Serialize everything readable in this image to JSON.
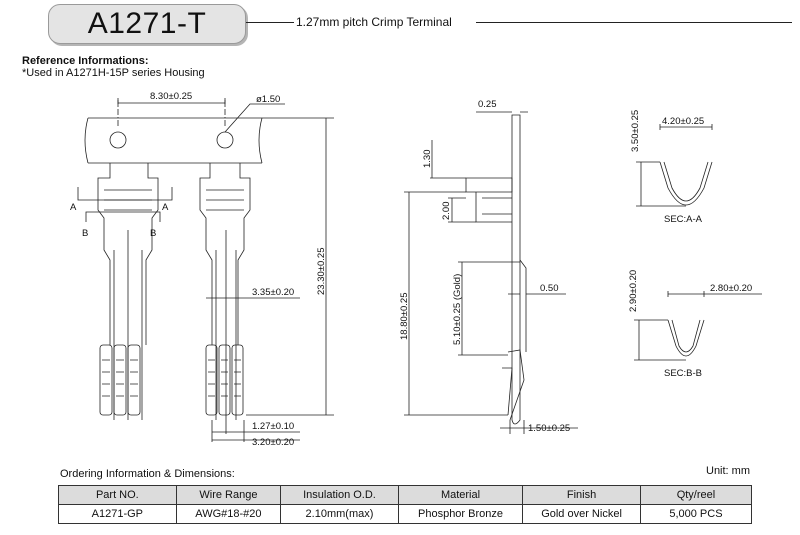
{
  "header": {
    "part_title": "A1271-T",
    "subtitle": "1.27mm pitch Crimp Terminal"
  },
  "reference": {
    "heading": "Reference Informations:",
    "note": "*Used in  A1271H-15P series Housing"
  },
  "drawing": {
    "dim_pitch": "8.30±0.25",
    "dim_hole": "ø1.50",
    "dim_total_length": "23.30±0.25",
    "dim_width_mid": "3.35±0.20",
    "dim_pitch_small": "1.27±0.10",
    "dim_width_total": "3.20±0.20",
    "section_marker_a": "A",
    "section_marker_b": "B",
    "dim_thickness": "0.25",
    "dim_top": "1.30",
    "dim_tab": "2.00",
    "dim_height": "18.80±0.25",
    "dim_gold": "5.10±0.25 (Gold)",
    "dim_plate": "0.50",
    "dim_bottom": "1.50±0.25",
    "sec_a_width": "4.20±0.25",
    "sec_a_height": "3.50±0.25",
    "sec_a_label": "SEC:A-A",
    "sec_b_width": "2.80±0.20",
    "sec_b_height": "2.90±0.20",
    "sec_b_label": "SEC:B-B"
  },
  "ordering": {
    "title": "Ordering Information & Dimensions:",
    "unit": "Unit: mm",
    "columns": [
      "Part NO.",
      "Wire Range",
      "Insulation O.D.",
      "Material",
      "Finish",
      "Qty/reel"
    ],
    "rows": [
      [
        "A1271-GP",
        "AWG#18-#20",
        "2.10mm(max)",
        "Phosphor Bronze",
        "Gold over Nickel",
        "5,000 PCS"
      ]
    ]
  }
}
